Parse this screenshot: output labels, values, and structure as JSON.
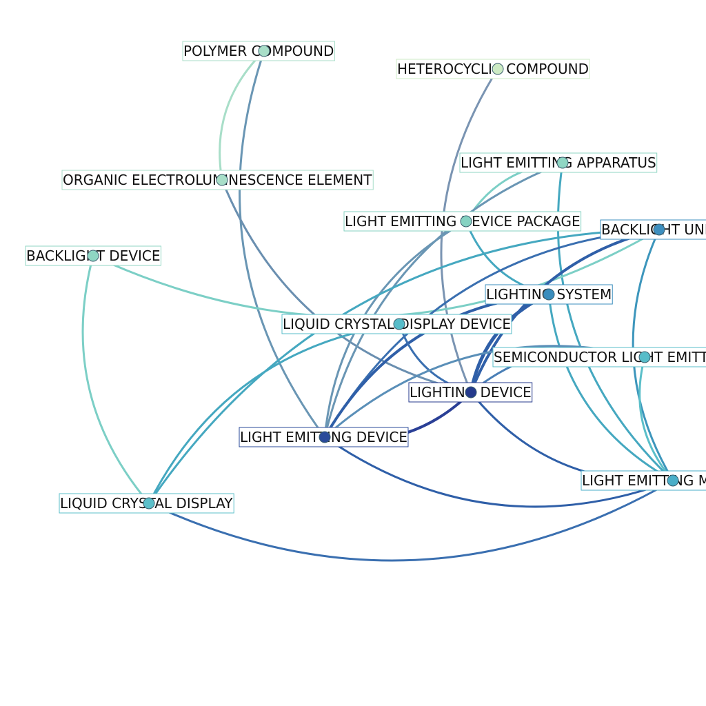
{
  "graph": {
    "nodes": [
      {
        "id": "polymer",
        "label": "POLYMER COMPOUND",
        "color": "#a8dec8"
      },
      {
        "id": "heterocyclic",
        "label": "HETEROCYCLIC COMPOUND",
        "color": "#cdebc4"
      },
      {
        "id": "organic_el",
        "label": "ORGANIC ELECTROLUMINESCENCE ELEMENT",
        "color": "#a8dec8"
      },
      {
        "id": "le_apparatus",
        "label": "LIGHT EMITTING APPARATUS",
        "color": "#8fd6c3"
      },
      {
        "id": "le_package",
        "label": "LIGHT EMITTING DEVICE PACKAGE",
        "color": "#86d2c2"
      },
      {
        "id": "backlight_unit",
        "label": "BACKLIGHT UNIT",
        "color": "#3d8fbf"
      },
      {
        "id": "backlight_device",
        "label": "BACKLIGHT DEVICE",
        "color": "#8fd6c3"
      },
      {
        "id": "lighting_system",
        "label": "LIGHTING SYSTEM",
        "color": "#3a8dbd"
      },
      {
        "id": "lcd_device",
        "label": "LIQUID CRYSTAL DISPLAY DEVICE",
        "color": "#57bcc9"
      },
      {
        "id": "semiconductor",
        "label": "SEMICONDUCTOR LIGHT EMITTING DEVICE",
        "color": "#57bcc9"
      },
      {
        "id": "lighting_device",
        "label": "LIGHTING DEVICE",
        "color": "#243a8c"
      },
      {
        "id": "le_device",
        "label": "LIGHT EMITTING DEVICE",
        "color": "#2a4a9a"
      },
      {
        "id": "le_module",
        "label": "LIGHT EMITTING MODULE",
        "color": "#4aaec8"
      },
      {
        "id": "lcd",
        "label": "LIQUID CRYSTAL DISPLAY",
        "color": "#5bbfc9"
      }
    ],
    "edges": [
      {
        "source": "polymer",
        "target": "organic_el",
        "color": "#a8dec8",
        "weight": 3
      },
      {
        "source": "polymer",
        "target": "le_device",
        "color": "#6a96b4",
        "weight": 3
      },
      {
        "source": "heterocyclic",
        "target": "lighting_device",
        "color": "#7a94b2",
        "weight": 3
      },
      {
        "source": "organic_el",
        "target": "lighting_device",
        "color": "#6a8fb0",
        "weight": 3
      },
      {
        "source": "le_apparatus",
        "target": "le_package",
        "color": "#7ccfc6",
        "weight": 3
      },
      {
        "source": "le_apparatus",
        "target": "le_device",
        "color": "#6a96b4",
        "weight": 3
      },
      {
        "source": "le_apparatus",
        "target": "le_module",
        "color": "#45a8c0",
        "weight": 3
      },
      {
        "source": "le_package",
        "target": "le_device",
        "color": "#6a96b4",
        "weight": 3
      },
      {
        "source": "le_package",
        "target": "lighting_system",
        "color": "#45a8c0",
        "weight": 3
      },
      {
        "source": "backlight_device",
        "target": "backlight_unit",
        "color": "#7ccfc6",
        "weight": 3
      },
      {
        "source": "backlight_device",
        "target": "lcd",
        "color": "#7ccfc6",
        "weight": 3
      },
      {
        "source": "backlight_unit",
        "target": "le_device",
        "color": "#3a6fb0",
        "weight": 3
      },
      {
        "source": "backlight_unit",
        "target": "lcd",
        "color": "#45a8c0",
        "weight": 3
      },
      {
        "source": "backlight_unit",
        "target": "lighting_device",
        "color": "#2f5fa8",
        "weight": 4
      },
      {
        "source": "backlight_unit",
        "target": "le_module",
        "color": "#3d96bc",
        "weight": 3
      },
      {
        "source": "lighting_system",
        "target": "le_device",
        "color": "#2f5fa8",
        "weight": 4
      },
      {
        "source": "lighting_system",
        "target": "lighting_device",
        "color": "#2f5fa8",
        "weight": 5
      },
      {
        "source": "lighting_system",
        "target": "le_module",
        "color": "#45a8c0",
        "weight": 3
      },
      {
        "source": "lcd_device",
        "target": "lighting_device",
        "color": "#3a6fb0",
        "weight": 3
      },
      {
        "source": "lcd_device",
        "target": "lcd",
        "color": "#45a8c0",
        "weight": 3
      },
      {
        "source": "semiconductor",
        "target": "le_device",
        "color": "#5a8fb8",
        "weight": 3
      },
      {
        "source": "semiconductor",
        "target": "lighting_device",
        "color": "#4a7fb6",
        "weight": 3
      },
      {
        "source": "semiconductor",
        "target": "le_module",
        "color": "#5bbfc9",
        "weight": 3
      },
      {
        "source": "le_device",
        "target": "lighting_device",
        "color": "#2a3f96",
        "weight": 4
      },
      {
        "source": "le_device",
        "target": "le_module",
        "color": "#2f5fa8",
        "weight": 3
      },
      {
        "source": "lighting_device",
        "target": "le_module",
        "color": "#2f5fa8",
        "weight": 3
      },
      {
        "source": "lcd",
        "target": "le_module",
        "color": "#3a6fb0",
        "weight": 3
      }
    ]
  }
}
